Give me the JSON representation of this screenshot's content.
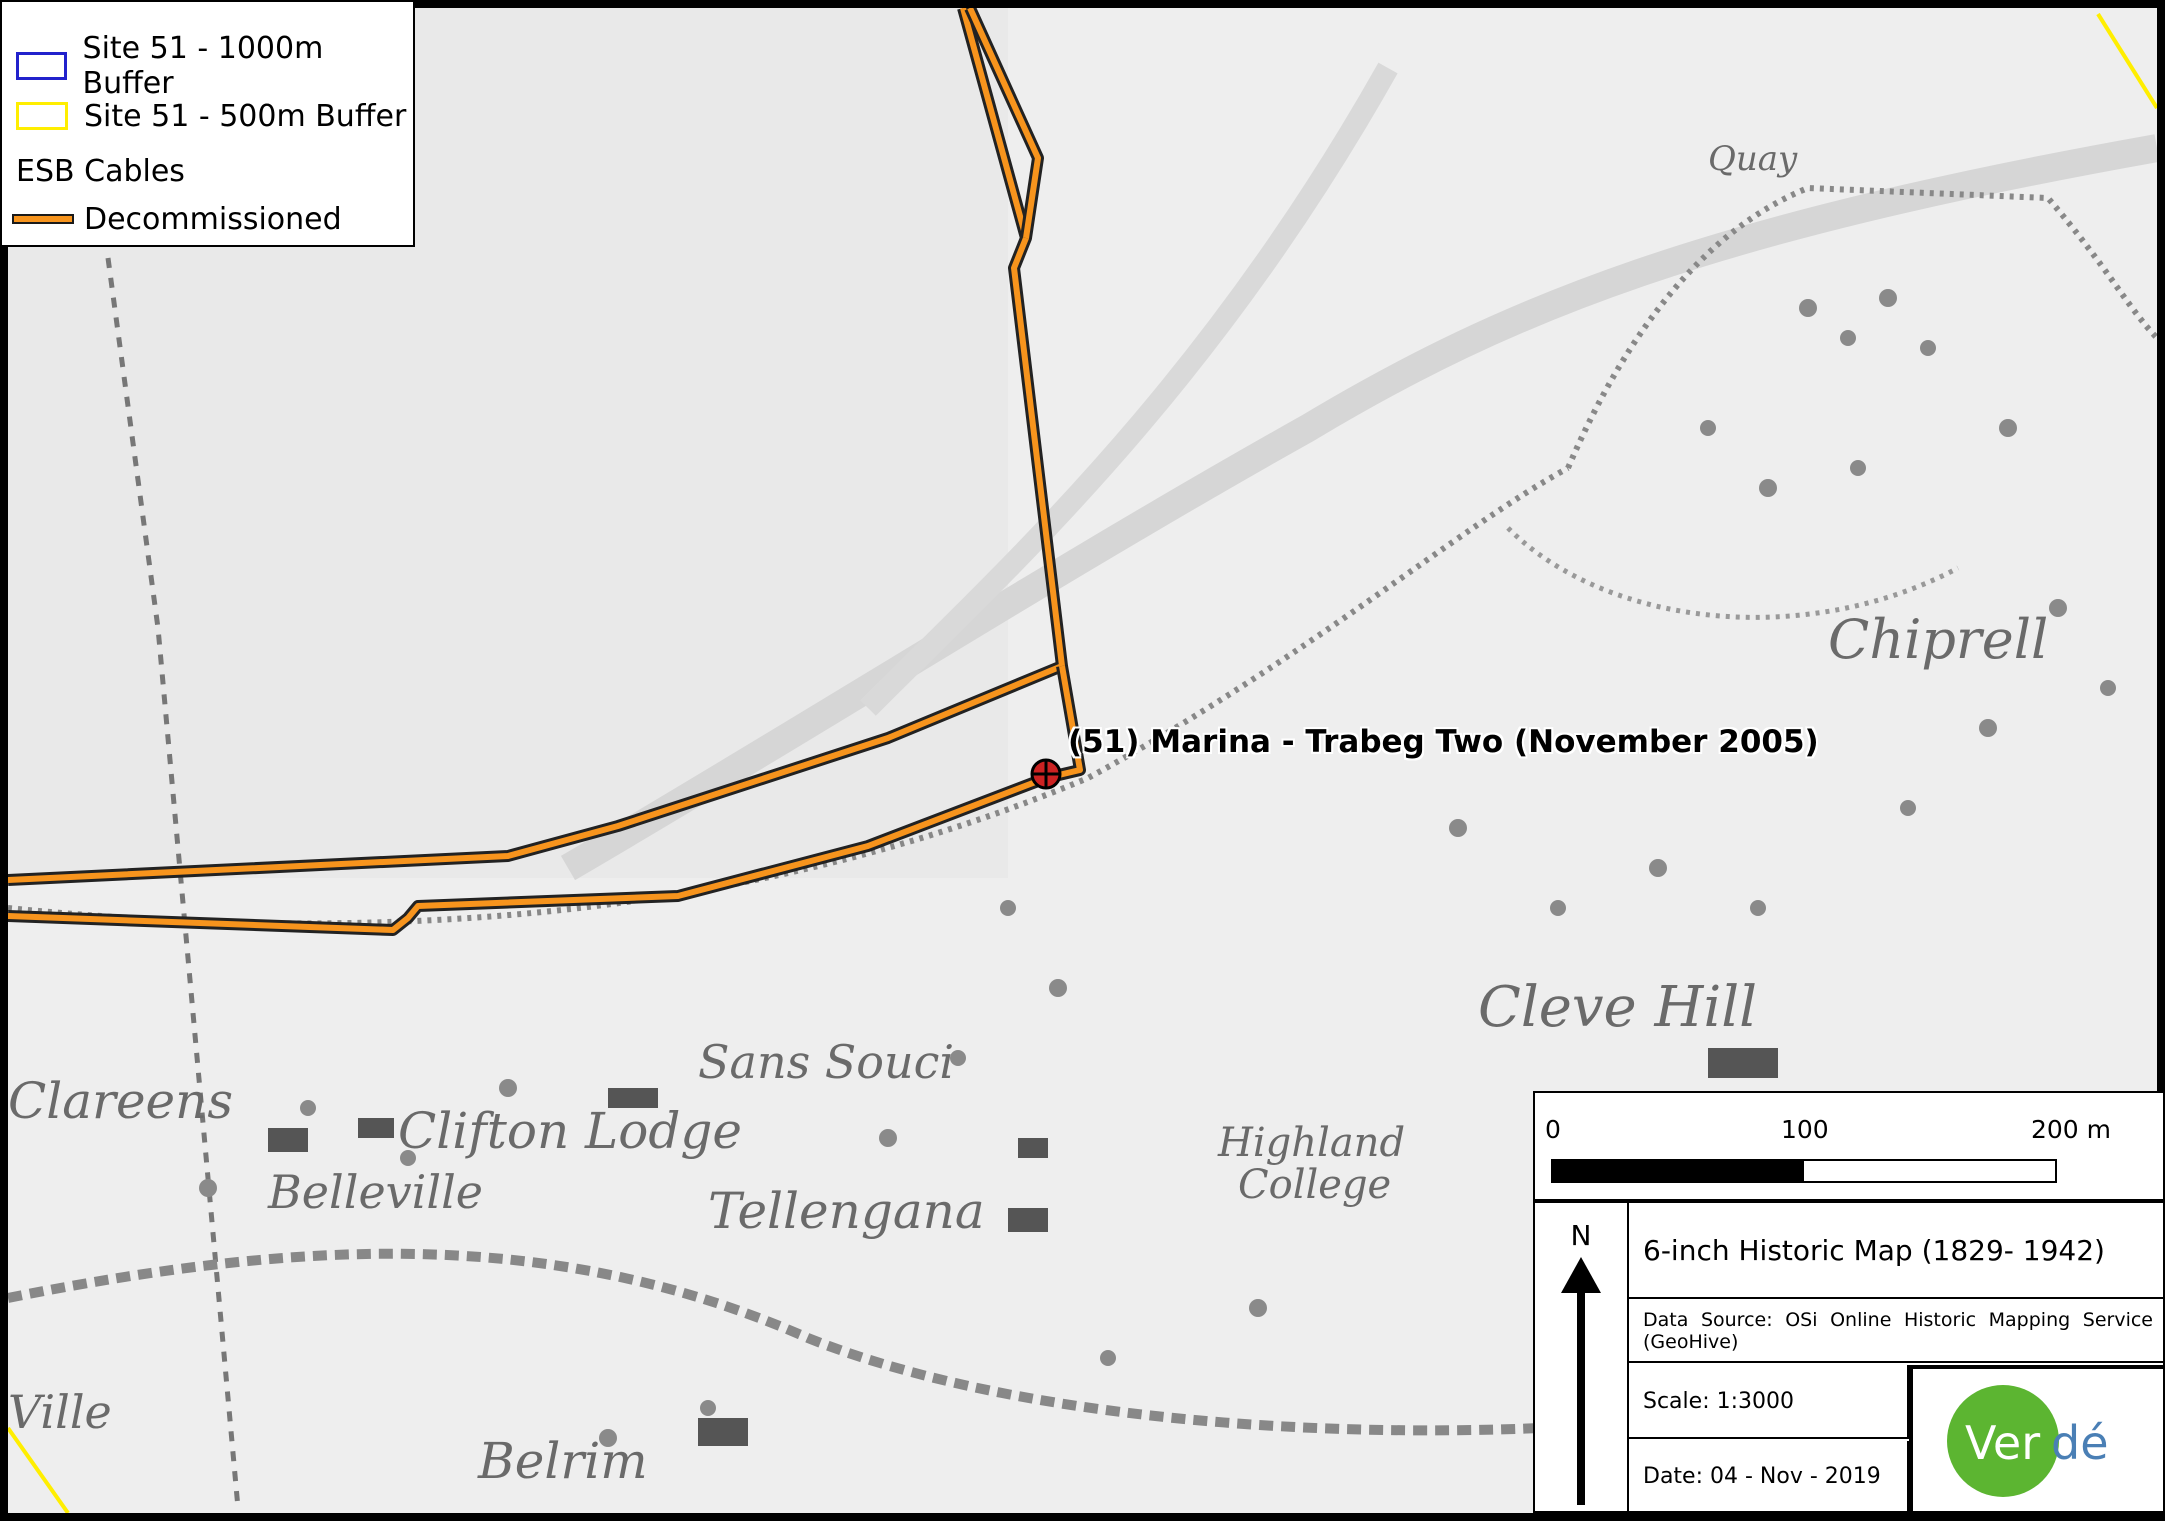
{
  "legend": {
    "buffer_1000_label": "Site 51 - 1000m Buffer",
    "buffer_500_label": "Site 51 - 500m Buffer",
    "cables_heading": "ESB Cables",
    "decommissioned_label": "Decommissioned"
  },
  "site": {
    "label": "(51) Marina - Trabeg Two (November 2005)"
  },
  "map_labels": {
    "quay": "Quay",
    "clareens": "Clareens",
    "clifton_lodge": "Clifton Lodge",
    "belleville": "Belleville",
    "sans_souci": "Sans Souci",
    "tellengana": "Tellengana",
    "highland": "Highland",
    "college": "College",
    "cleve_hill": "Cleve Hill",
    "chiprell": "Chiprell",
    "ville": "Ville",
    "belrim": "Belrim"
  },
  "scale_bar": {
    "tick_0": "0",
    "tick_mid": "100",
    "tick_end": "200 m",
    "fill_fraction": 0.5
  },
  "title_block": {
    "north": "N",
    "title": "6-inch Historic Map (1829- 1942)",
    "data_source": "Data Source: OSi Online Historic Mapping Service (GeoHive)",
    "scale": "Scale: 1:3000",
    "date": "Date: 04 - Nov - 2019",
    "logo_text_a": "Ver",
    "logo_text_b": "dé"
  },
  "colors": {
    "buffer_1000": "#2222cc",
    "buffer_500": "#ffee00",
    "cable": "#f7941d",
    "site_marker": "#cc2222",
    "logo_green": "#5cb531",
    "logo_blue": "#4a7fb5"
  },
  "icons": {
    "site_marker": "crosshair-circle-icon",
    "north_arrow": "north-arrow-icon",
    "logo": "verde-logo"
  }
}
